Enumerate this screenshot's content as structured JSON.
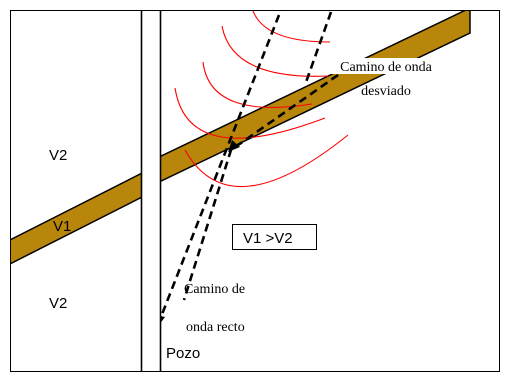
{
  "labels": {
    "upper_left_velocity": "V2",
    "layer_velocity": "V1",
    "lower_left_velocity": "V2",
    "velocity_relation": "V1 >V2",
    "deviated_path_line1": "Camino de onda",
    "deviated_path_line2": "desviado",
    "straight_path_line1": "Camino de",
    "straight_path_line2": "onda recto",
    "well": "Pozo"
  },
  "colors": {
    "layer_fill": "#b8860b",
    "layer_edge": "#000000",
    "wavefront": "#ff0000",
    "path": "#000000",
    "border": "#000000"
  }
}
